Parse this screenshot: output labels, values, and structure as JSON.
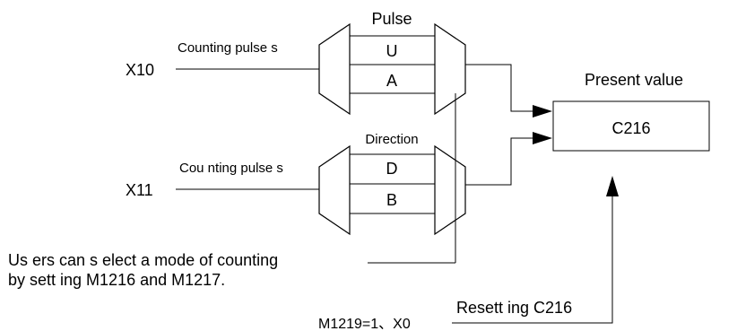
{
  "upper": {
    "input": "X10",
    "pulse_label": "Counting pulse s",
    "group_label": "Pulse",
    "cells": [
      "U",
      "A"
    ]
  },
  "lower": {
    "input": "X11",
    "pulse_label": "Cou nting pulse s",
    "group_label": "Direction",
    "cells": [
      "D",
      "B"
    ]
  },
  "counter": {
    "title": "Present value",
    "name": "C216"
  },
  "mode_note": {
    "line1": "Us ers can s elect a mode of counting",
    "line2": "by sett ing M1216 and M1217."
  },
  "reset": {
    "label": "Resett ing C216",
    "condition": "M1219=1、X0"
  }
}
